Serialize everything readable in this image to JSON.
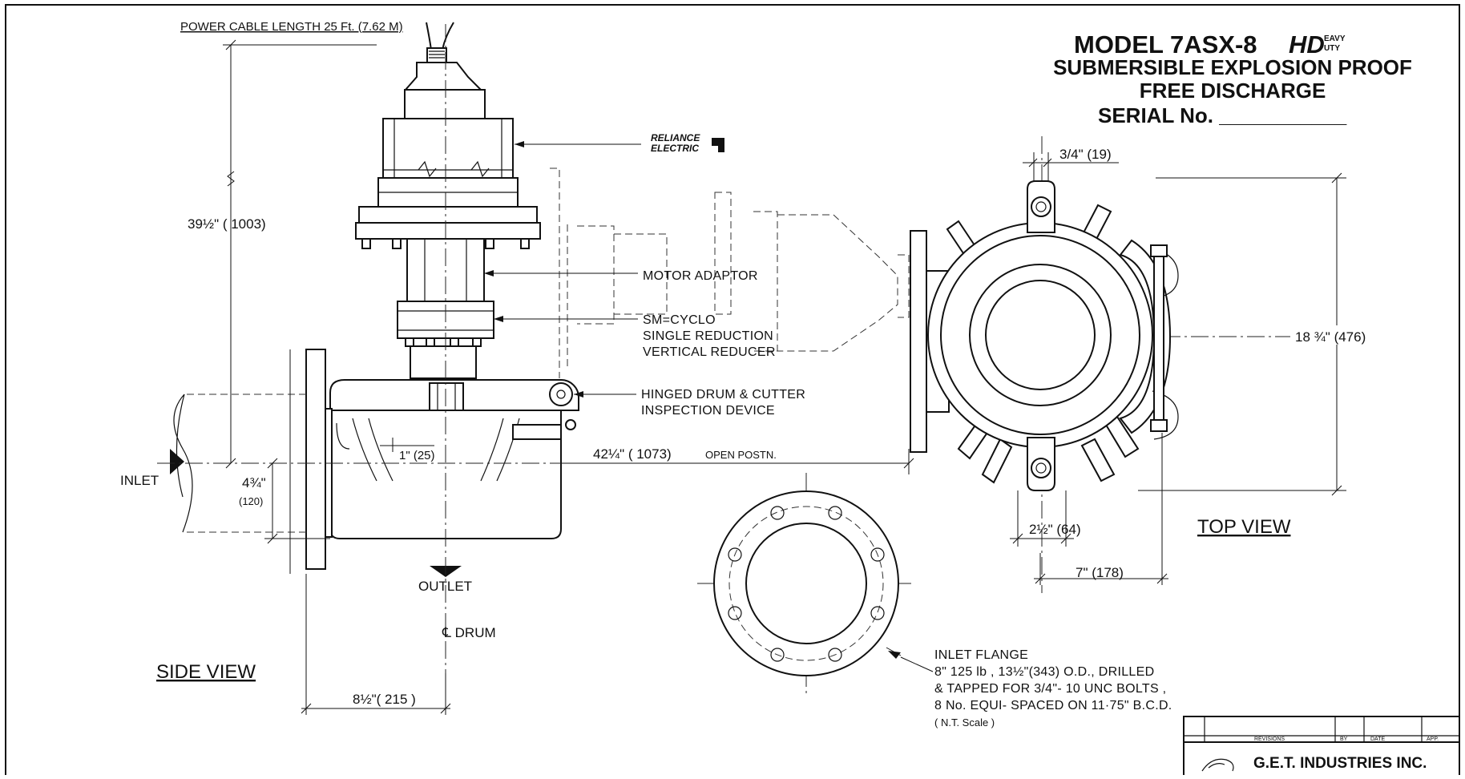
{
  "title": {
    "model_prefix": "MODEL 7ASX-8",
    "model_hd": "HD",
    "model_eavy": "EAVY",
    "model_uty": "UTY",
    "line2": "SUBMERSIBLE EXPLOSION PROOF",
    "line3": "FREE DISCHARGE",
    "serial": "SERIAL No. ___________"
  },
  "brand": {
    "line1": "RELIANCE",
    "line2": "ELECTRIC"
  },
  "labels": {
    "power_cable": "POWER CABLE LENGTH 25 Ft. (7.62 M)",
    "motor_adaptor": "MOTOR ADAPTOR",
    "reducer_1": "SM=CYCLO",
    "reducer_2": "SINGLE REDUCTION",
    "reducer_3": "VERTICAL REDUCER",
    "hinged_1": "HINGED DRUM & CUTTER",
    "hinged_2": "INSPECTION DEVICE",
    "inlet": "INLET",
    "outlet": "OUTLET",
    "drum_cl": "℄ DRUM",
    "open_pos": "OPEN POSTN.",
    "side_view": "SIDE VIEW",
    "top_view": "TOP VIEW"
  },
  "dimensions": {
    "height": "39½\"  ( 1003)",
    "inlet_height": "4¾\"",
    "inlet_height_mm": "(120)",
    "cutter_offset": "1\" (25)",
    "open_length": "42¼\" ( 1073)",
    "drum_width": "8½\"( 215 )",
    "bolt_top": "3/4\" (19)",
    "top_width": "18 ¾\"  (476)",
    "bolt_spacing": "2½\" (64)",
    "top_offset": "7\"  (178)"
  },
  "flange_note": {
    "line1": "INLET FLANGE",
    "line2": "8\"  125 lb , 13½\"(343) O.D., DRILLED",
    "line3": "& TAPPED  FOR  3/4\"- 10 UNC BOLTS ,",
    "line4": "8 No. EQUI- SPACED  ON  11·75\" B.C.D.",
    "line5": "( N.T. Scale )"
  },
  "title_block": {
    "revisions": "REVISIONS",
    "by": "BY",
    "date": "DATE",
    "app": "APP.",
    "company": "G.E.T. INDUSTRIES INC."
  }
}
